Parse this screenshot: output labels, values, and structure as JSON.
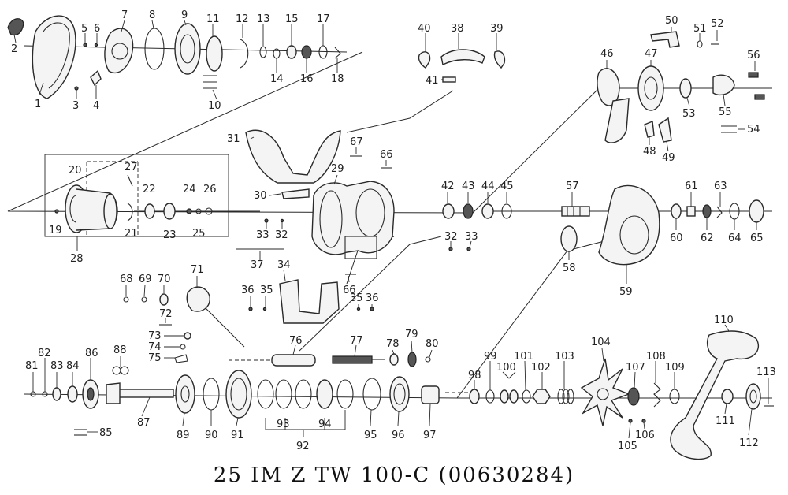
{
  "title": "25 IM Z TW 100-C (00630284)",
  "part_numbers": [
    "1",
    "2",
    "3",
    "4",
    "5",
    "6",
    "7",
    "8",
    "9",
    "10",
    "11",
    "12",
    "13",
    "14",
    "15",
    "16",
    "17",
    "18",
    "19",
    "20",
    "21",
    "22",
    "23",
    "24",
    "25",
    "26",
    "27",
    "28",
    "29",
    "30",
    "31",
    "32",
    "33",
    "34",
    "35",
    "36",
    "37",
    "38",
    "39",
    "40",
    "41",
    "42",
    "43",
    "44",
    "45",
    "46",
    "47",
    "48",
    "49",
    "50",
    "51",
    "52",
    "53",
    "54",
    "55",
    "56",
    "57",
    "58",
    "59",
    "60",
    "61",
    "62",
    "63",
    "64",
    "65",
    "66",
    "67",
    "68",
    "69",
    "70",
    "71",
    "72",
    "73",
    "74",
    "75",
    "76",
    "77",
    "78",
    "79",
    "80",
    "81",
    "82",
    "83",
    "84",
    "85",
    "86",
    "87",
    "88",
    "89",
    "90",
    "91",
    "92",
    "93",
    "94",
    "95",
    "96",
    "97",
    "98",
    "99",
    "100",
    "101",
    "102",
    "103",
    "104",
    "105",
    "106",
    "107",
    "108",
    "109",
    "110",
    "111",
    "112",
    "113"
  ],
  "repeated_labels": [
    "32",
    "33",
    "35",
    "36",
    "66"
  ]
}
